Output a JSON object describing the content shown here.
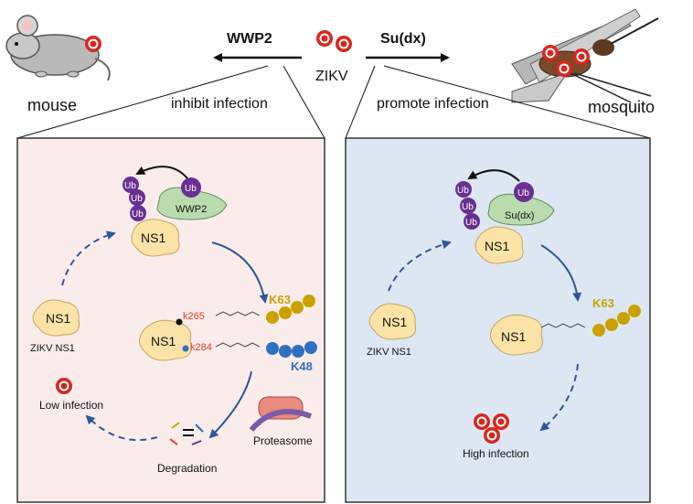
{
  "header": {
    "left_factor": "WWP2",
    "right_factor": "Su(dx)",
    "virus": "ZIKV",
    "left_host": "mouse",
    "right_host": "mosquito",
    "left_effect": "inhibit infection",
    "right_effect": "promote infection"
  },
  "left_panel": {
    "ub": "Ub",
    "ligase": "WWP2",
    "ns1": "NS1",
    "zikv_ns1": "ZIKV NS1",
    "k265": "k265",
    "k284": "k284",
    "k63": "K63",
    "k48": "K48",
    "proteasome": "Proteasome",
    "degradation": "Degradation",
    "outcome": "Low infection"
  },
  "right_panel": {
    "ub": "Ub",
    "ligase": "Su(dx)",
    "ns1": "NS1",
    "zikv_ns1": "ZIKV NS1",
    "k63": "K63",
    "outcome": "High infection"
  },
  "colors": {
    "left_panel_bg": "#fbecec",
    "right_panel_bg": "#dde7f3",
    "ub_purple": "#6a2f91",
    "ub_gold": "#c9a100",
    "ub_blue": "#2f6fbf",
    "ligase_green": "#b8dcae",
    "ns1_yellow": "#fbe3a8",
    "arrow_blue": "#2e5797",
    "lysine_red": "#e03a1e",
    "virus_red": "#d9261c"
  }
}
